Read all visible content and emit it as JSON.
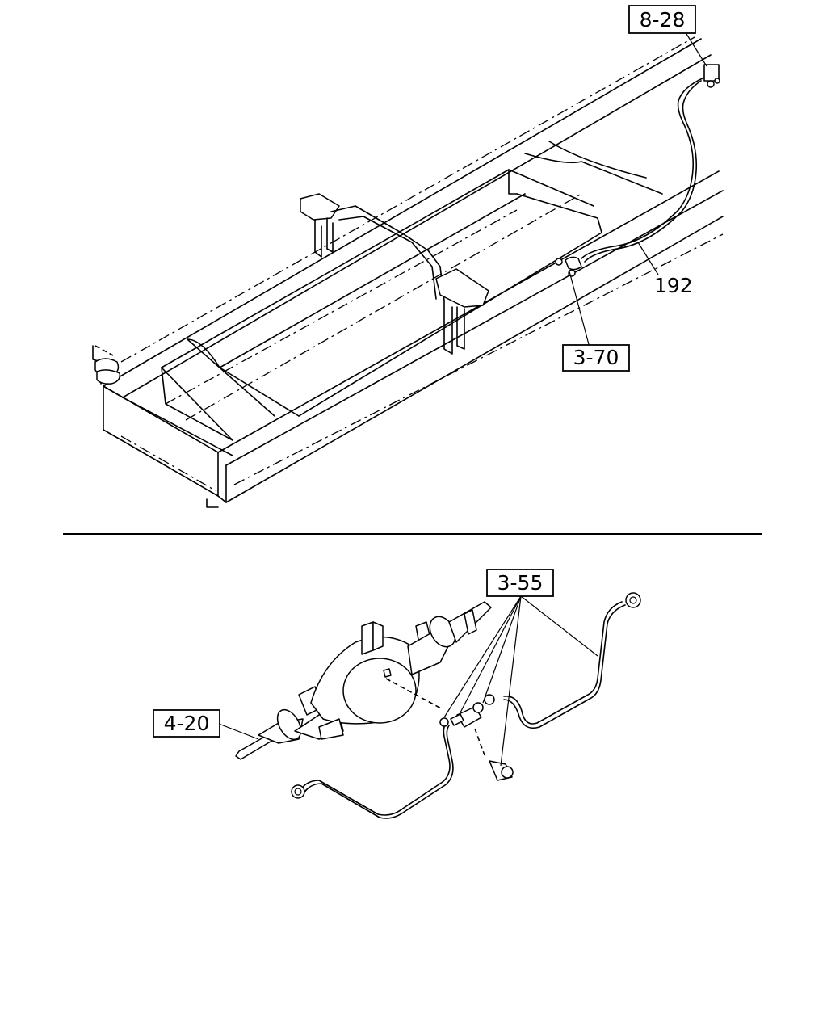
{
  "callouts": {
    "c828": "8-28",
    "c370": "3-70",
    "c192": "192",
    "c355": "3-55",
    "c420": "4-20"
  }
}
